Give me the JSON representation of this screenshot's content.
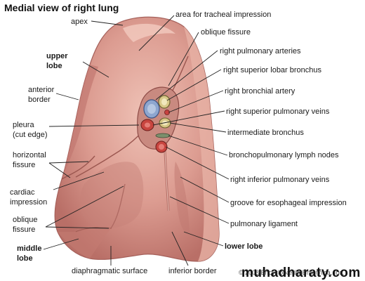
{
  "title": "Medial view of right lung",
  "labels": {
    "apex": "apex",
    "area_tracheal": "area for tracheal impression",
    "oblique_fissure_top": "oblique fissure",
    "upper_lobe_1": "upper",
    "upper_lobe_2": "lobe",
    "right_pulm_arteries": "right pulmonary arteries",
    "anterior_border_1": "anterior",
    "anterior_border_2": "border",
    "right_sup_lobar_bronchus": "right superior lobar bronchus",
    "right_bronchial_artery": "right bronchial artery",
    "pleura_1": "pleura",
    "pleura_2": "(cut edge)",
    "right_sup_pulm_veins": "right superior pulmonary veins",
    "intermediate_bronchus": "intermediate bronchus",
    "horizontal_fissure_1": "horizontal",
    "horizontal_fissure_2": "fissure",
    "bronchopulm_nodes": "bronchopulmonary lymph nodes",
    "right_inf_pulm_veins": "right inferior pulmonary veins",
    "cardiac_1": "cardiac",
    "cardiac_2": "impression",
    "groove_esophageal": "groove for esophageal impression",
    "oblique_fissure_bottom_1": "oblique",
    "oblique_fissure_bottom_2": "fissure",
    "pulmonary_ligament": "pulmonary ligament",
    "middle_lobe_1": "middle",
    "middle_lobe_2": "lobe",
    "lower_lobe": "lower lobe",
    "diaphragmatic_surface": "diaphragmatic surface",
    "inferior_border": "inferior border"
  },
  "watermark": "muhadharaty.com",
  "copyright": "© 2008 Encyclopædia Britannica, Inc.",
  "colors": {
    "lung_base": "#d9948a",
    "lung_light": "#eab7ab",
    "lung_shadow": "#b86e66",
    "leader": "#222222"
  }
}
